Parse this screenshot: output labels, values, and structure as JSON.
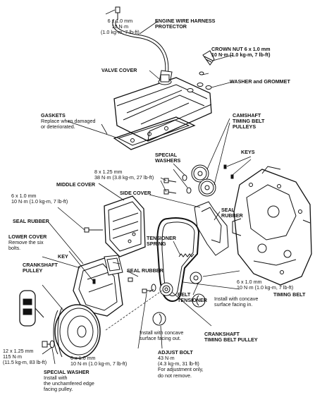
{
  "labels": {
    "bolt_top_spec": "6 x 1.0 mm\n10 N·m\n(1.0 kg-m, 7 lb-ft)",
    "engine_wire_harness_protector": "ENGINE WIRE HARNESS\nPROTECTOR",
    "crown_nut_spec": "CROWN NUT 6 x 1.0 mm\n10 N·m (1.0 kg-m, 7 lb-ft)",
    "valve_cover": "VALVE COVER",
    "washer_and_grommet": "WASHER and GROMMET",
    "gaskets": "GASKETS",
    "gaskets_note": "Replace when damaged\nor deteriorated.",
    "camshaft_timing_belt_pulleys": "CAMSHAFT\nTIMING BELT\nPULLEYS",
    "special_washers": "SPECIAL\nWASHERS",
    "keys": "KEYS",
    "pulley_bolt_spec": "8 x 1.25 mm\n38 N·m (3.8 kg-m, 27 lb-ft)",
    "middle_cover": "MIDDLE COVER",
    "side_cover": "SIDE COVER",
    "middle_cover_bolt_spec": "6 x 1.0 mm\n10 N·m (1.0 kg-m, 7 lb-ft)",
    "seal_rubber_right": "SEAL\nRUBBER",
    "seal_rubber_left": "SEAL RUBBER",
    "lower_cover": "LOWER COVER",
    "lower_cover_note": "Remove the six\nbolts.",
    "tensioner_spring": "TENSIONER\nSPRING",
    "key": "KEY",
    "crankshaft_pulley": "CRANKSHAFT\nPULLEY",
    "seal_rubber_mid": "SEAL RUBBER",
    "lower_bolt_spec": "6 x 1.0 mm\n10 N·m (1.0 kg-m, 7 lb-ft)",
    "timing_belt": "TIMING BELT",
    "belt_tensioner": "BELT\nTENSIONER",
    "concave_note_right": "Install with concave\nsurface facing in.",
    "concave_note_left": "Install with concave\nsurface facing out.",
    "crankshaft_timing_belt_pulley": "CRANKSHAFT\nTIMING BELT PULLEY",
    "crank_bolt_spec": "12 x 1.25 mm\n115 N·m\n(11.5 kg-m, 83 lb-ft)",
    "special_washer": "SPECIAL WASHER",
    "special_washer_note": "Install with\nthe unchamfered edge\nfacing pulley.",
    "bottom_bolt_spec": "6 x 1.0 mm\n10 N·m (1.0 kg-m, 7 lb-ft)",
    "adjust_bolt": "ADJUST BOLT",
    "adjust_bolt_spec": "43 N·m\n(4.3 kg-m, 31 lb-ft)\nFor adjustment only,\ndo not remove."
  }
}
